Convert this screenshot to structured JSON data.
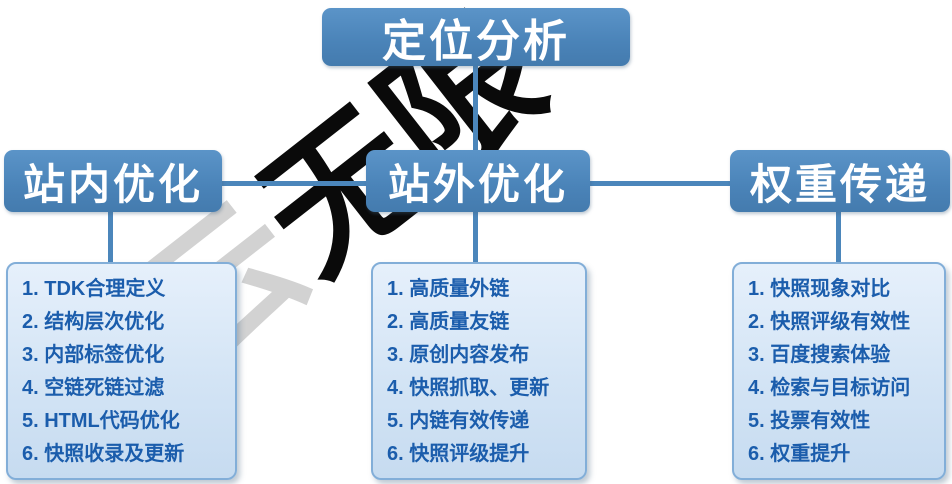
{
  "root": {
    "title": "定位分析"
  },
  "branches": [
    {
      "title": "站内优化",
      "items": [
        "1. TDK合理定义",
        "2. 结构层次优化",
        "3. 内部标签优化",
        "4. 空链死链过滤",
        "5. HTML代码优化",
        "6. 快照收录及更新"
      ]
    },
    {
      "title": "站外优化",
      "items": [
        "1. 高质量外链",
        "2. 高质量友链",
        "3. 原创内容发布",
        "4. 快照抓取、更新",
        "5. 内链有效传递",
        "6. 快照评级提升"
      ]
    },
    {
      "title": "权重传递",
      "items": [
        "1. 快照现象对比",
        "2. 快照评级有效性",
        "3. 百度搜索体验",
        "4. 检索与目标访问",
        "5. 投票有效性",
        "6. 权重提升"
      ]
    }
  ],
  "watermark": {
    "light": "云",
    "dark": "无限"
  },
  "colors": {
    "node_blue": "#4b86bb",
    "list_background": "#d9e8f7",
    "list_border": "#82aed8",
    "item_text": "#1b5dac"
  }
}
